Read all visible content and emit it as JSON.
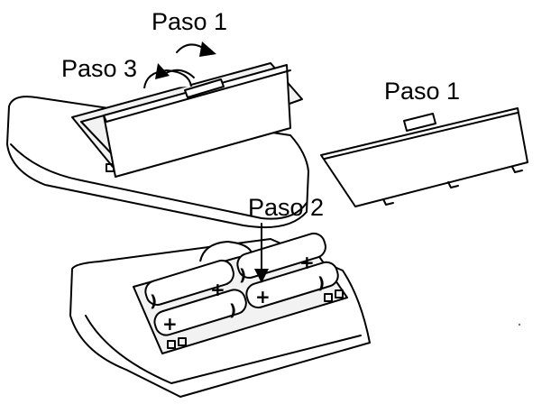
{
  "labels": {
    "step1_top": "Paso 1",
    "step3": "Paso 3",
    "step1_right": "Paso 1",
    "step2": "Paso 2"
  },
  "battery_symbols": {
    "plus": "+",
    "minus": ")"
  }
}
